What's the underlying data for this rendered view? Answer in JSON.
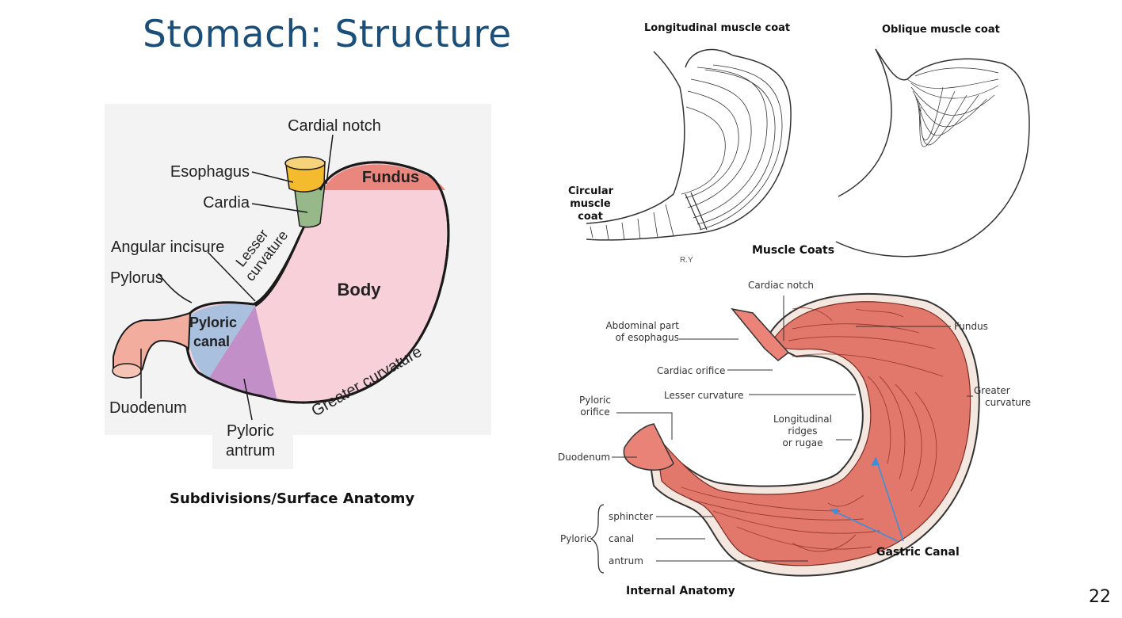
{
  "slide": {
    "title": "Stomach: Structure",
    "page_number": "22"
  },
  "surface_diagram": {
    "caption": "Subdivisions/Surface Anatomy",
    "labels": {
      "cardial_notch": "Cardial notch",
      "esophagus": "Esophagus",
      "cardia": "Cardia",
      "fundus": "Fundus",
      "angular_incisure": "Angular incisure",
      "lesser_curvature_1": "Lesser",
      "lesser_curvature_2": "curvature",
      "pylorus": "Pylorus",
      "pyloric_canal_1": "Pyloric",
      "pyloric_canal_2": "canal",
      "body": "Body",
      "duodenum": "Duodenum",
      "greater_curvature": "Greater curvature",
      "pyloric_antrum_1": "Pyloric",
      "pyloric_antrum_2": "antrum"
    },
    "colors": {
      "panel_bg": "#f3f3f3",
      "fundus": "#e9877f",
      "body": "#f7d0da",
      "cardia": "#97b98a",
      "esophagus": "#f3bb2d",
      "pyloric_canal": "#a9c0df",
      "pyloric_antrum": "#c38fc8",
      "duodenum": "#f2ad9e"
    }
  },
  "muscle_coats": {
    "caption": "Muscle Coats",
    "longitudinal": "Longitudinal muscle coat",
    "oblique": "Oblique muscle coat",
    "circular_1": "Circular",
    "circular_2": "muscle",
    "circular_3": "coat",
    "artist_mark": "R.Y"
  },
  "internal_anatomy": {
    "caption": "Internal Anatomy",
    "labels": {
      "cardiac_notch": "Cardiac notch",
      "abdominal_esophagus_1": "Abdominal part",
      "abdominal_esophagus_2": "of esophagus",
      "fundus": "Fundus",
      "cardiac_orifice": "Cardiac orifice",
      "lesser_curvature": "Lesser curvature",
      "greater_curvature_1": "Greater",
      "greater_curvature_2": "curvature",
      "pyloric_orifice_1": "Pyloric",
      "pyloric_orifice_2": "orifice",
      "rugae_1": "Longitudinal",
      "rugae_2": "ridges",
      "rugae_3": "or rugae",
      "duodenum": "Duodenum",
      "pyloric": "Pyloric",
      "sphincter": "sphincter",
      "canal": "canal",
      "antrum": "antrum",
      "gastric_canal": "Gastric Canal"
    },
    "colors": {
      "mucosa": "#e2786b",
      "arrow": "#3e8fd9"
    }
  }
}
